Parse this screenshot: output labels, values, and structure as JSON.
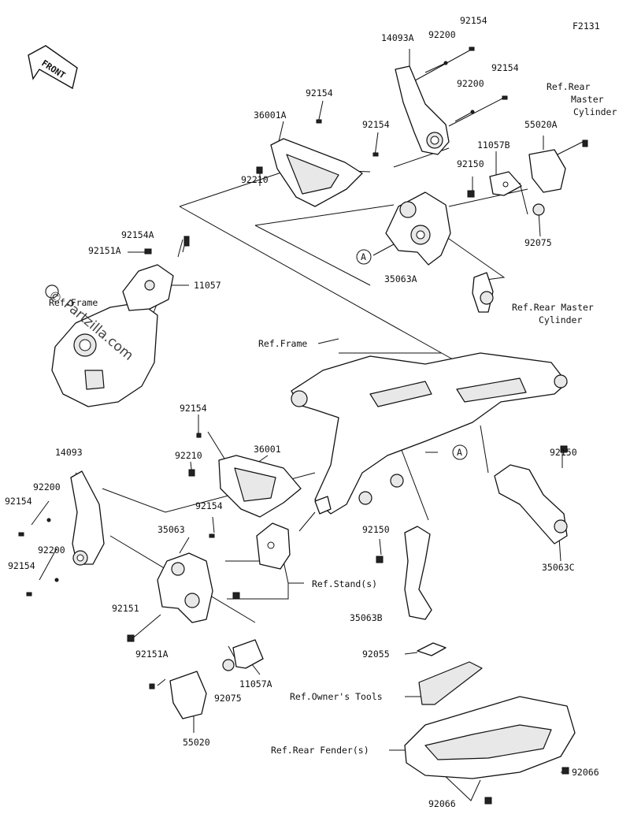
{
  "figure_id": "F2131",
  "front_label": "FRONT",
  "watermark": {
    "copyright": "©",
    "text": "Partzilla.com"
  },
  "labels": [
    {
      "id": "l-92154-a",
      "text": "92154"
    },
    {
      "id": "l-14093A",
      "text": "14093A"
    },
    {
      "id": "l-92200-a",
      "text": "92200"
    },
    {
      "id": "l-92154-b",
      "text": "92154"
    },
    {
      "id": "l-92200-b",
      "text": "92200"
    },
    {
      "id": "l-ref-rear-master-1",
      "text": "Ref.Rear"
    },
    {
      "id": "l-ref-rear-master-2",
      "text": "Master"
    },
    {
      "id": "l-ref-rear-master-3",
      "text": "Cylinder"
    },
    {
      "id": "l-92154-c",
      "text": "92154"
    },
    {
      "id": "l-36001A",
      "text": "36001A"
    },
    {
      "id": "l-92154-d",
      "text": "92154"
    },
    {
      "id": "l-55020A",
      "text": "55020A"
    },
    {
      "id": "l-11057B",
      "text": "11057B"
    },
    {
      "id": "l-92150-a",
      "text": "92150"
    },
    {
      "id": "l-92210-a",
      "text": "92210"
    },
    {
      "id": "l-92075-a",
      "text": "92075"
    },
    {
      "id": "l-92154A",
      "text": "92154A"
    },
    {
      "id": "l-92151A-a",
      "text": "92151A"
    },
    {
      "id": "l-35063A",
      "text": "35063A"
    },
    {
      "id": "l-11057",
      "text": "11057"
    },
    {
      "id": "l-ref-frame-a",
      "text": "Ref.Frame"
    },
    {
      "id": "l-ref-rear-master-b1",
      "text": "Ref.Rear Master"
    },
    {
      "id": "l-ref-rear-master-b2",
      "text": "Cylinder"
    },
    {
      "id": "l-ref-frame-b",
      "text": "Ref.Frame"
    },
    {
      "id": "l-92154-e",
      "text": "92154"
    },
    {
      "id": "l-36001",
      "text": "36001"
    },
    {
      "id": "l-92210-b",
      "text": "92210"
    },
    {
      "id": "l-14093",
      "text": "14093"
    },
    {
      "id": "l-92200-c",
      "text": "92200"
    },
    {
      "id": "l-92154-f",
      "text": "92154"
    },
    {
      "id": "l-92154-g",
      "text": "92154"
    },
    {
      "id": "l-35063",
      "text": "35063"
    },
    {
      "id": "l-92150-b",
      "text": "92150"
    },
    {
      "id": "l-92150-c",
      "text": "92150"
    },
    {
      "id": "l-35063C",
      "text": "35063C"
    },
    {
      "id": "l-92200-d",
      "text": "92200"
    },
    {
      "id": "l-92154-h",
      "text": "92154"
    },
    {
      "id": "l-ref-stands",
      "text": "Ref.Stand(s)"
    },
    {
      "id": "l-92151",
      "text": "92151"
    },
    {
      "id": "l-35063B",
      "text": "35063B"
    },
    {
      "id": "l-92151A-b",
      "text": "92151A"
    },
    {
      "id": "l-11057A",
      "text": "11057A"
    },
    {
      "id": "l-92075-b",
      "text": "92075"
    },
    {
      "id": "l-92055",
      "text": "92055"
    },
    {
      "id": "l-ref-owners-tools",
      "text": "Ref.Owner's Tools"
    },
    {
      "id": "l-55020",
      "text": "55020"
    },
    {
      "id": "l-ref-rear-fender",
      "text": "Ref.Rear Fender(s)"
    },
    {
      "id": "l-92066-a",
      "text": "92066"
    },
    {
      "id": "l-92066-b",
      "text": "92066"
    }
  ],
  "callouts": [
    {
      "id": "callout-a-1",
      "text": "A"
    },
    {
      "id": "callout-a-2",
      "text": "A"
    }
  ]
}
